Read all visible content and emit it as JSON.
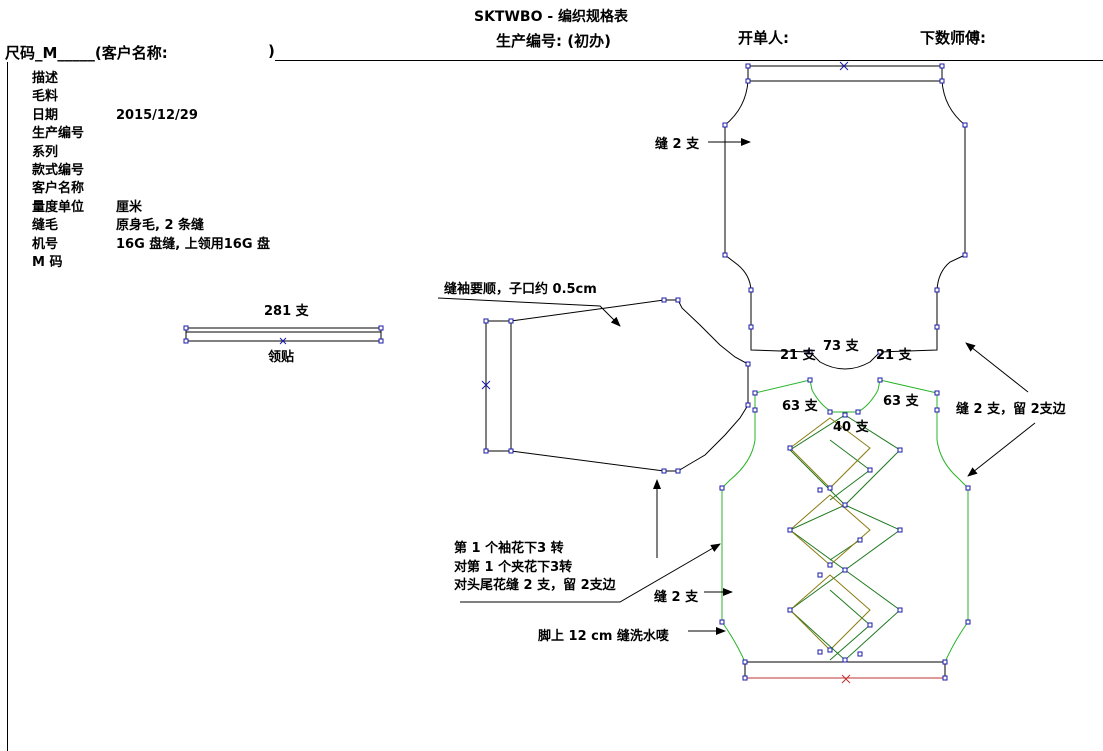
{
  "header": {
    "title": "SKTWBO - 编织规格表",
    "size_label": "尺码_M_____(客户名称:",
    "size_close": ")",
    "production_no": "生产编号: (初办)",
    "issuer": "开单人:",
    "master": "下数师傅:"
  },
  "specs": {
    "labels": [
      "描述",
      "毛料",
      "日期",
      "生产编号",
      "系列",
      "款式编号",
      "客户名称",
      "量度单位",
      "缝毛",
      "机号",
      "M 码"
    ],
    "values": [
      "",
      "",
      "2015/12/29",
      "",
      "",
      "",
      "",
      "厘米",
      "原身毛, 2 条缝",
      "16G 盘缝, 上领用16G 盘",
      ""
    ]
  },
  "collar": {
    "count": "281 支",
    "name": "领贴"
  },
  "annotations": {
    "seam_back": "缝 2 支",
    "sleeve_note": "缝袖要顺，子口约 0.5cm",
    "shoulder_left": "21 支",
    "neck_back": "73 支",
    "shoulder_right": "21 支",
    "front_left": "63 支",
    "front_right": "63 支",
    "front_neck": "40 支",
    "side_seam": "缝 2 支，留 2支边",
    "pattern_line1": "第 1 个袖花下3 转",
    "pattern_line2": "对第 1 个夹花下3转",
    "pattern_line3": "对头尾花缝 2 支，留 2支边",
    "seam_front": "缝 2 支",
    "hem_note": "脚上 12 cm 缝洗水唛"
  },
  "colors": {
    "outline": "#000000",
    "handle": "#1a1aa8",
    "front_outline": "#2ab52a",
    "diamond_green": "#1f7a1f",
    "diamond_olive": "#8a7a10",
    "hem_red": "#c03030"
  }
}
